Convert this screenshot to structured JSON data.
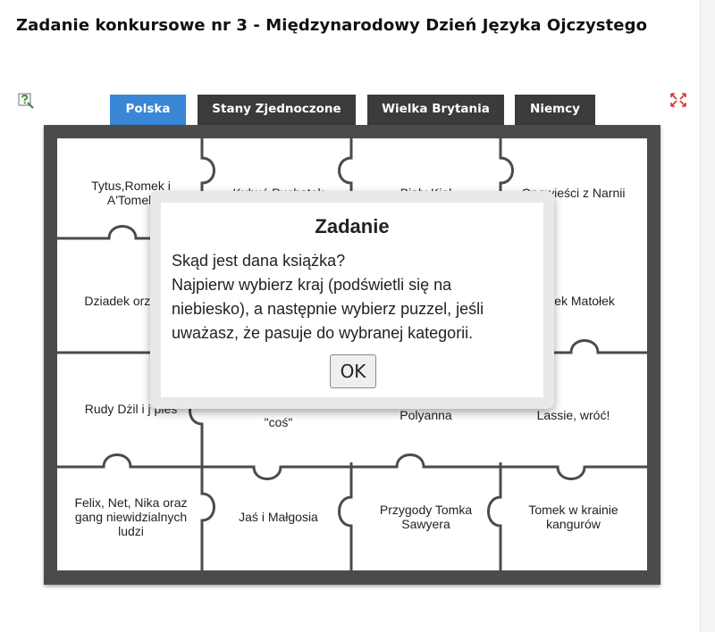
{
  "page": {
    "title": "Zadanie konkursowe nr 3 - Międzynarodowy Dzień Języka Ojczystego"
  },
  "icons": {
    "help": "help-icon",
    "fullscreen": "fullscreen-icon"
  },
  "colors": {
    "tab_active": "#3a86d6",
    "tab_inactive": "#3b3b3b",
    "board": "#4b4b4b"
  },
  "tabs": [
    {
      "label": "Polska",
      "active": true
    },
    {
      "label": "Stany Zjednoczone",
      "active": false
    },
    {
      "label": "Wielka Brytania",
      "active": false
    },
    {
      "label": "Niemcy",
      "active": false
    }
  ],
  "puzzle": {
    "rows": [
      [
        "Tytus,Romek i A'Tomek",
        "Kubuś Puchatek",
        "Biały Kieł",
        "Opowieści z Narnii"
      ],
      [
        "Dziadek orzechó",
        "",
        "",
        "łek Matołek"
      ],
      [
        "Rudy Dżil i j pies",
        "\"coś\"",
        "Polyanna",
        "Lassie, wróć!"
      ],
      [
        "Felix, Net, Nika oraz gang niewidzialnych ludzi",
        "Jaś i Małgosia",
        "Przygody Tomka Sawyera",
        "Tomek w krainie kangurów"
      ]
    ]
  },
  "dialog": {
    "title": "Zadanie",
    "line1": "Skąd jest dana książka?",
    "line2": "Najpierw wybierz kraj (podświetli się na niebiesko), a następnie wybierz puzzel, jeśli uważasz, że pasuje do wybranej kategorii.",
    "ok_label": "OK"
  }
}
